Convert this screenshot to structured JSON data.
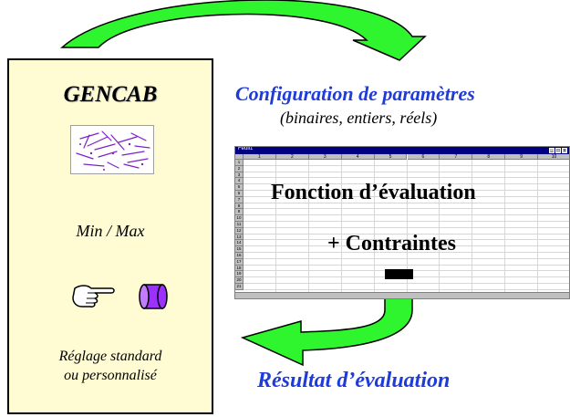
{
  "colors": {
    "panel_bg": "#fffbd2",
    "arrow_green": "#2ef52e",
    "title_blue": "#1f3bd8",
    "cylinder_purple": "#9b30ff"
  },
  "left_panel": {
    "title": "GENCAB",
    "min_max": "Min / Max",
    "settings_line1": "Réglage standard",
    "settings_line2": "ou personnalisé",
    "icons": [
      "hand-pointing-icon",
      "cylinder-icon",
      "microscope-fibers-icon"
    ]
  },
  "config": {
    "title": "Configuration de paramètres",
    "subtitle": "(binaires, entiers, réels)"
  },
  "spreadsheet": {
    "window_title": "Feuil1",
    "columns": [
      "1",
      "2",
      "3",
      "4",
      "5",
      "6",
      "7",
      "8",
      "9",
      "10"
    ],
    "rows": [
      "1",
      "2",
      "3",
      "4",
      "5",
      "6",
      "7",
      "8",
      "9",
      "10",
      "11",
      "12",
      "13",
      "14",
      "15",
      "16",
      "17",
      "18",
      "19",
      "20",
      "21"
    ],
    "line1": "Fonction d’évaluation",
    "line2": "+ Contraintes"
  },
  "result": {
    "label": "Résultat d’évaluation"
  },
  "arrows": [
    "top-curved-arrow",
    "bottom-curved-arrow"
  ]
}
